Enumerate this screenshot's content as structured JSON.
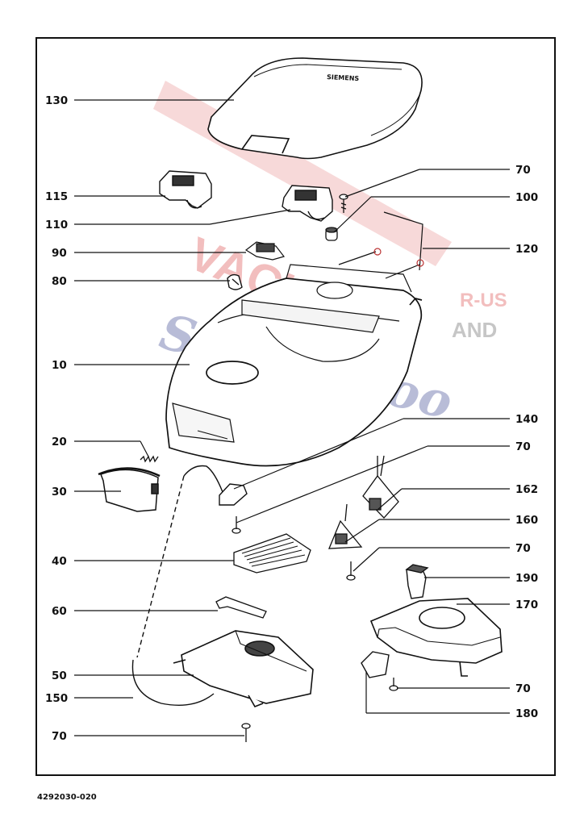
{
  "document": {
    "code": "4292030-020"
  },
  "watermark": {
    "brand": "VACUUMS",
    "suffix_top": "R-US",
    "suffix_bottom": "AND",
    "script": "Sewing too",
    "color_red": "#e88a8a",
    "color_blue": "#7f86b8"
  },
  "product_markings": {
    "lid_brand": "SIEMENS"
  },
  "callouts": {
    "c130": "130",
    "c115": "115",
    "c110": "110",
    "c90": "90",
    "c80": "80",
    "c10": "10",
    "c20": "20",
    "c30": "30",
    "c40": "40",
    "c60": "60",
    "c50": "50",
    "c150": "150",
    "c70_bottom_left": "70",
    "c70_top": "70",
    "c100": "100",
    "c120": "120",
    "c140": "140",
    "c70_mid": "70",
    "c162": "162",
    "c160": "160",
    "c70_right": "70",
    "c190": "190",
    "c170": "170",
    "c70_bottom_right": "70",
    "c180": "180"
  }
}
